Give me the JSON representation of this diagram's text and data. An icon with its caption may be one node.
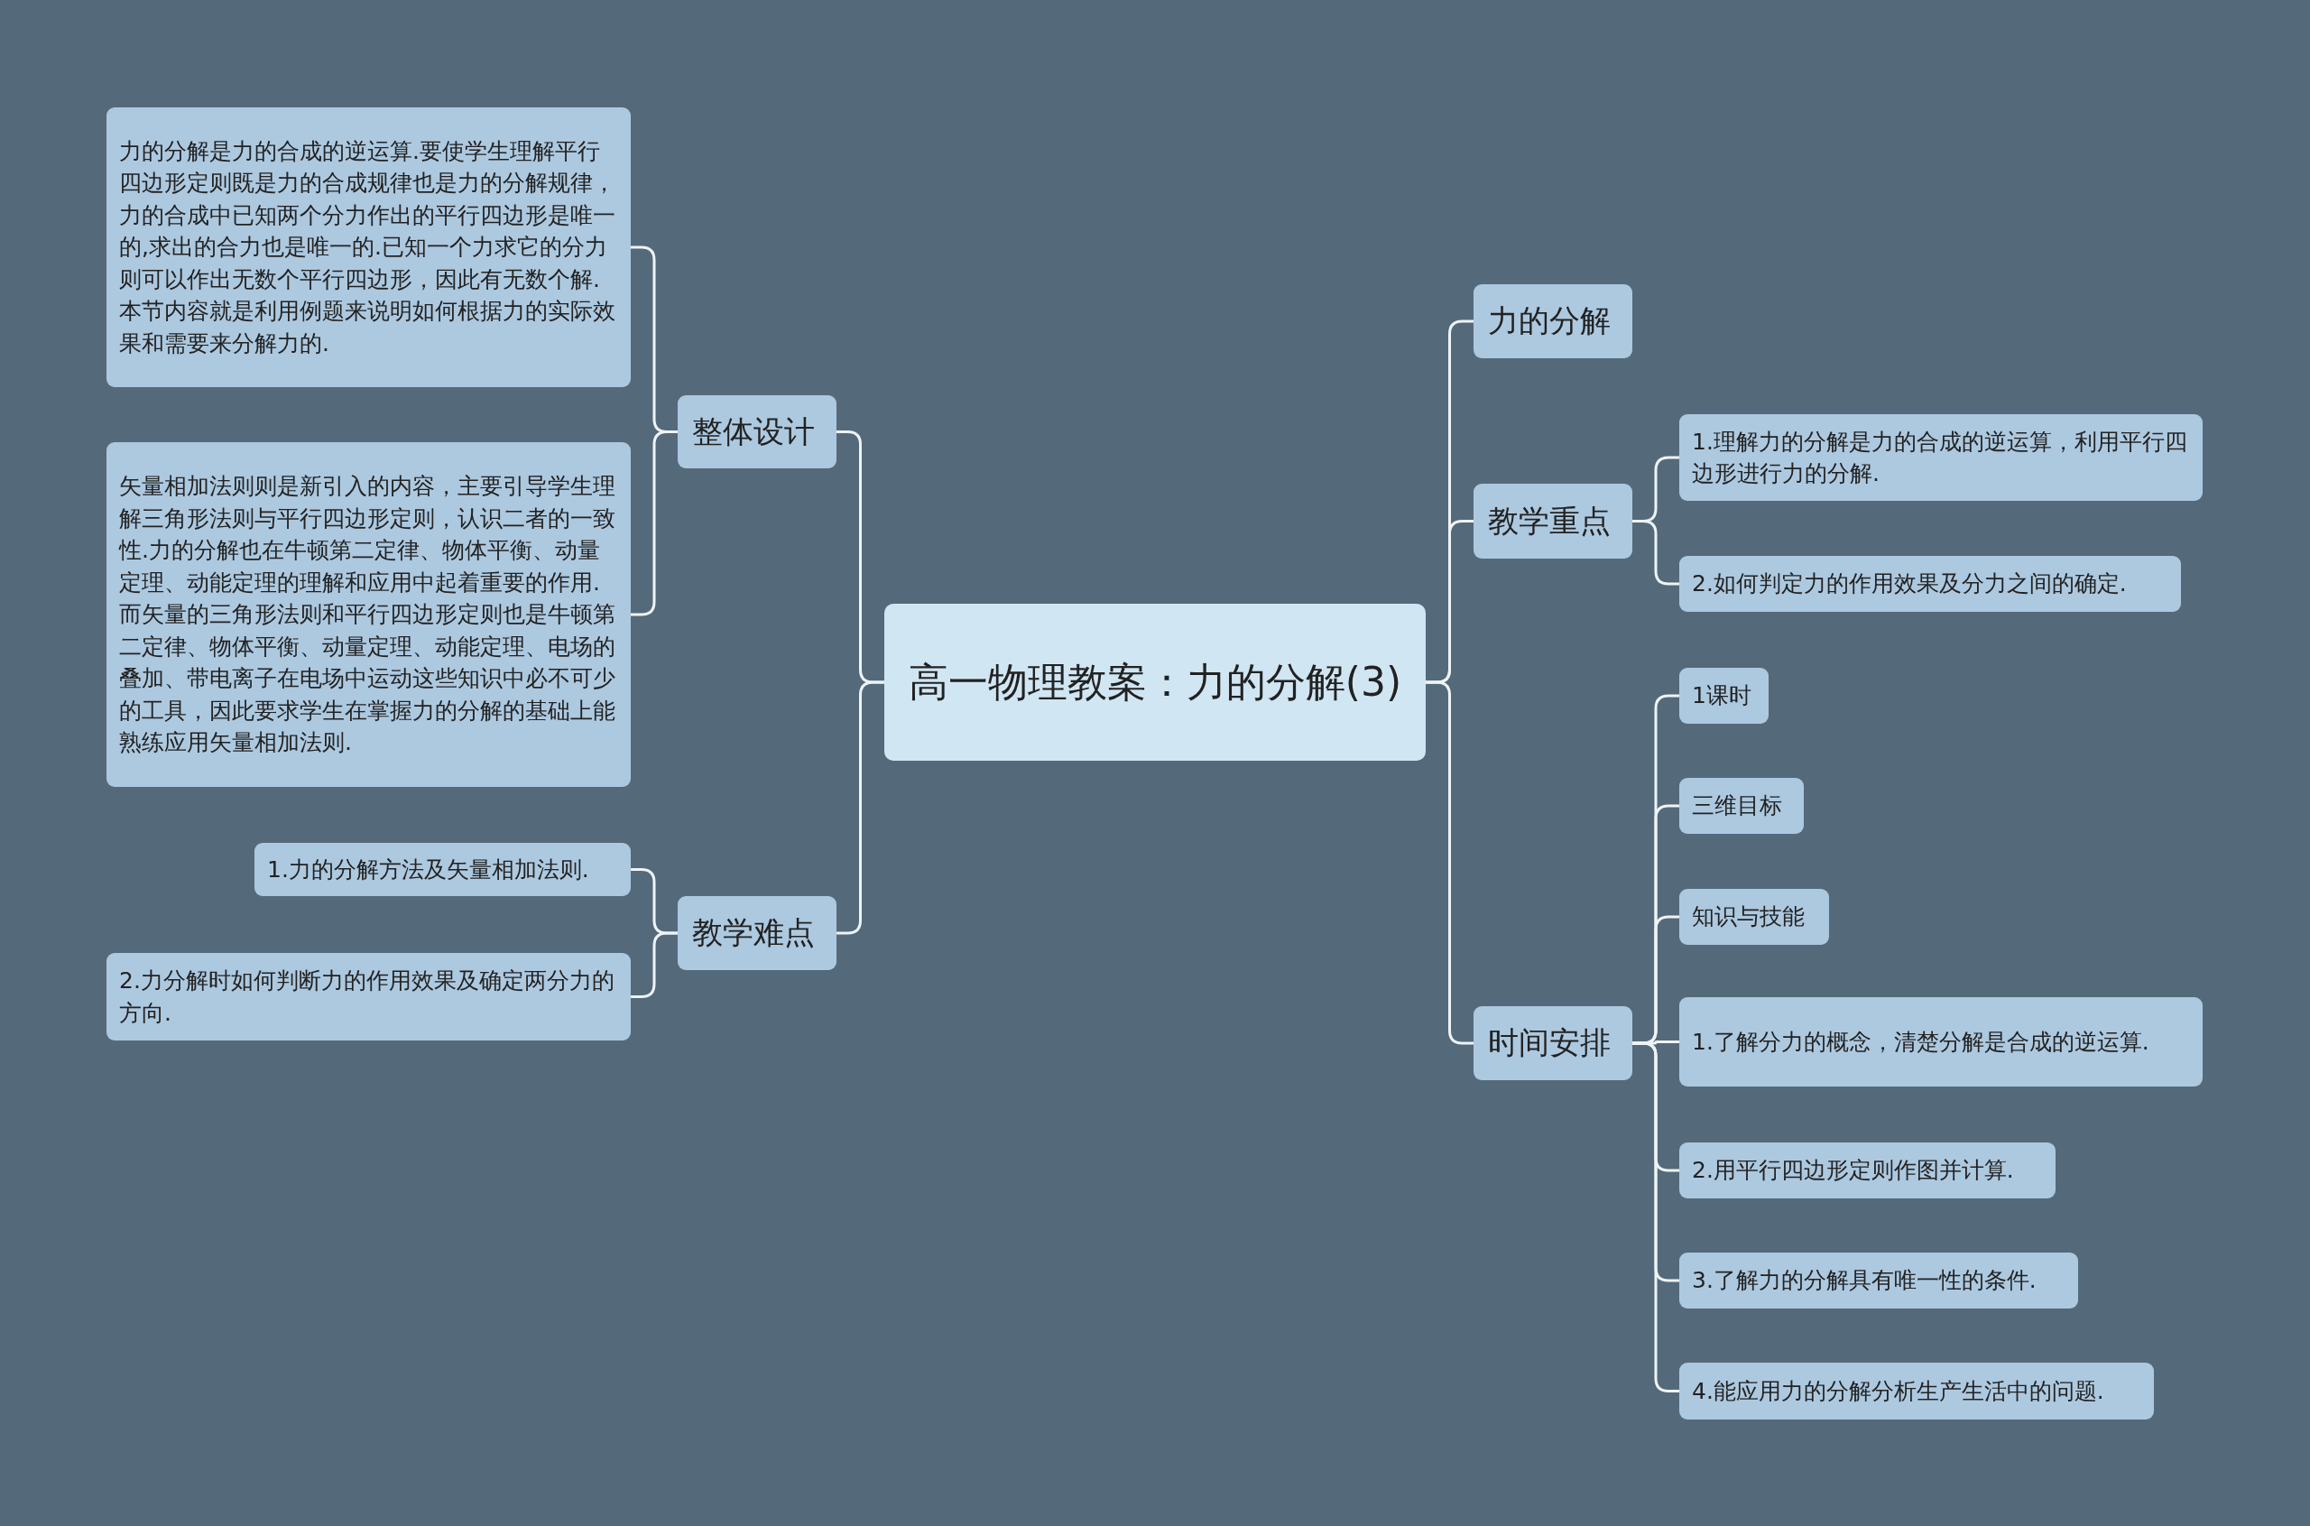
{
  "diagram": {
    "nodes": [
      {
        "text": [
          "高一物理教案：力的分解(3)"
        ]
      },
      {
        "text": [
          "整体设计"
        ]
      },
      {
        "text": [
          "力的分解是力的合成的逆运算.要使学生理解平行四边形定则既是力的合成规律也是力的分解规律，力的合成中已知两个分力作出的平行四边形是唯一的,求出的合力也是唯一的.已知一个力求它的分力则可以作出无数个平行四边形，因此有无数个解.本节内容就是利用例题来说明如何根据力的实际效果和需要来分解力的."
        ]
      },
      {
        "text": [
          "矢量相加法则则是新引入的内容，主要引导学生理解三角形法则与平行四边形定则，认识二者的一致性.力的分解也在牛顿第二定律、物体平衡、动量定理、动能定理的理解和应用中起着重要的作用.而矢量的三角形法则和平行四边形定则也是牛顿第二定律、物体平衡、动量定理、动能定理、电场的叠加、带电离子在电场中运动这些知识中必不可少的工具，因此要求学生在掌握力的分解的基础上能熟练应用矢量相加法则."
        ]
      },
      {
        "text": [
          "教学难点"
        ]
      },
      {
        "text": [
          "1.力的分解方法及矢量相加法则."
        ]
      },
      {
        "text": [
          "2.力分解时如何判断力的作用效果及确定两分力的方向."
        ]
      },
      {
        "text": [
          "力的分解"
        ]
      },
      {
        "text": [
          "教学重点"
        ]
      },
      {
        "text": [
          "1.理解力的分解是力的合成的逆运算，利用平行四边形进行力的分解."
        ]
      },
      {
        "text": [
          "2.如何判定力的作用效果及分力之间的确定."
        ]
      },
      {
        "text": [
          "时间安排"
        ]
      },
      {
        "text": [
          "1课时"
        ]
      },
      {
        "text": [
          "三维目标"
        ]
      },
      {
        "text": [
          "知识与技能"
        ]
      },
      {
        "text": [
          "1.了解分力的概念，清楚分解是合成的逆运算."
        ]
      },
      {
        "text": [
          "2.用平行四边形定则作图并计算."
        ]
      },
      {
        "text": [
          "3.了解力的分解具有唯一性的条件."
        ]
      },
      {
        "text": [
          "4.能应用力的分解分析生产生活中的问题."
        ]
      }
    ],
    "edges": [
      {
        "from": 0,
        "to": 1,
        "arrow": "none"
      },
      {
        "from": 1,
        "to": 2,
        "arrow": "none"
      },
      {
        "from": 1,
        "to": 3,
        "arrow": "none"
      },
      {
        "from": 0,
        "to": 4,
        "arrow": "none"
      },
      {
        "from": 4,
        "to": 5,
        "arrow": "none"
      },
      {
        "from": 4,
        "to": 6,
        "arrow": "none"
      },
      {
        "from": 0,
        "to": 7,
        "arrow": "none"
      },
      {
        "from": 0,
        "to": 8,
        "arrow": "none"
      },
      {
        "from": 8,
        "to": 9,
        "arrow": "none"
      },
      {
        "from": 8,
        "to": 10,
        "arrow": "none"
      },
      {
        "from": 0,
        "to": 11,
        "arrow": "none"
      },
      {
        "from": 11,
        "to": 12,
        "arrow": "none"
      },
      {
        "from": 11,
        "to": 13,
        "arrow": "none"
      },
      {
        "from": 11,
        "to": 14,
        "arrow": "none"
      },
      {
        "from": 11,
        "to": 15,
        "arrow": "none"
      },
      {
        "from": 11,
        "to": 16,
        "arrow": "none"
      },
      {
        "from": 11,
        "to": 17,
        "arrow": "none"
      },
      {
        "from": 11,
        "to": 18,
        "arrow": "none"
      }
    ]
  }
}
